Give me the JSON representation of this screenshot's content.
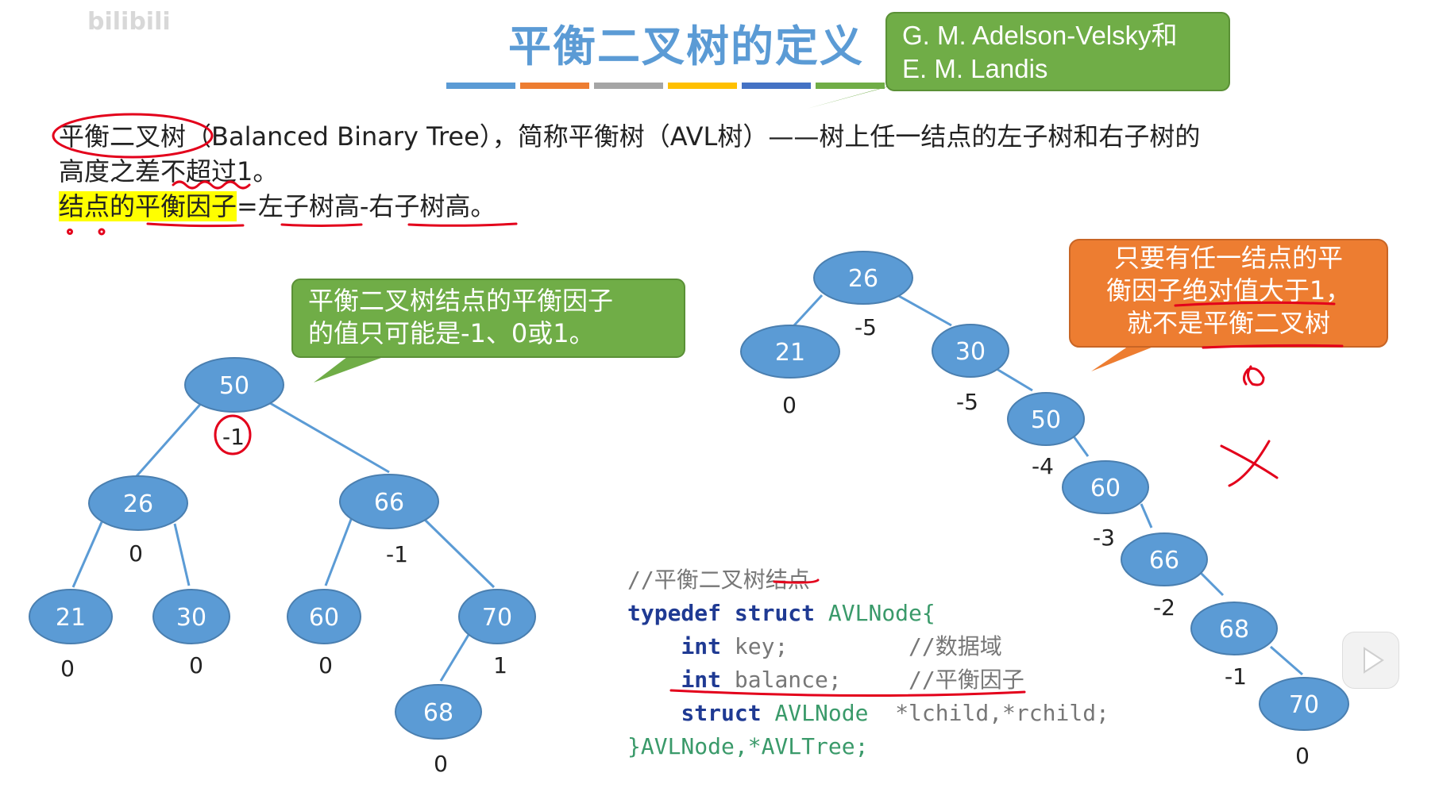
{
  "watermark": "bilibili",
  "title": "平衡二叉树的定义",
  "inventor_callout": {
    "line1": "G. M. Adelson-Velsky和",
    "line2": "E. M. Landis"
  },
  "definition": {
    "term": "平衡二叉树",
    "line1_rest": "（Balanced Binary Tree），简称平衡树（AVL树）——树上任一结点的左子树和右子树的",
    "line2": "高度之差不超过1。",
    "balance_factor_label": "结点的平衡因子",
    "balance_factor_formula": "=左子树高-右子树高。"
  },
  "left_callout": {
    "line1": "平衡二叉树结点的平衡因子",
    "line2": "的值只可能是-1、0或1。"
  },
  "right_callout": {
    "line1": "只要有任一结点的平",
    "line2": "衡因子绝对值大于1，",
    "line3": "就不是平衡二叉树"
  },
  "left_tree": {
    "nodes": [
      {
        "key": "50",
        "bf": "-1"
      },
      {
        "key": "26",
        "bf": "0"
      },
      {
        "key": "66",
        "bf": "-1"
      },
      {
        "key": "21",
        "bf": "0"
      },
      {
        "key": "30",
        "bf": "0"
      },
      {
        "key": "60",
        "bf": "0"
      },
      {
        "key": "70",
        "bf": "1"
      },
      {
        "key": "68",
        "bf": "0"
      }
    ]
  },
  "right_tree": {
    "nodes": [
      {
        "key": "26",
        "bf": "-5"
      },
      {
        "key": "21",
        "bf": "0"
      },
      {
        "key": "30",
        "bf": "-5"
      },
      {
        "key": "50",
        "bf": "-4"
      },
      {
        "key": "60",
        "bf": "-3"
      },
      {
        "key": "66",
        "bf": "-2"
      },
      {
        "key": "68",
        "bf": "-1"
      },
      {
        "key": "70",
        "bf": "0"
      }
    ]
  },
  "code": {
    "comment": "//平衡二叉树结点",
    "typedef": "typedef",
    "struct": "struct",
    "name": "AVLNode{",
    "int": "int",
    "key_field": "key;",
    "key_comment": "//数据域",
    "balance_field": "balance;",
    "balance_comment": "//平衡因子",
    "struct2": "struct",
    "type2": "AVLNode",
    "children": "*lchild,*rchild;",
    "closing": "}AVLNode,*AVLTree;"
  },
  "colors": {
    "title": "#5b9bd5",
    "node_fill": "#5b9bd5",
    "green_callout": "#70ad47",
    "orange_callout": "#ed7d31",
    "annotation_red": "#e3001b",
    "highlight": "#ffff00"
  },
  "color_bar": [
    "#5b9bd5",
    "#ed7d31",
    "#a5a5a5",
    "#ffc000",
    "#4472c4",
    "#70ad47"
  ],
  "handwritten_cross": "X"
}
